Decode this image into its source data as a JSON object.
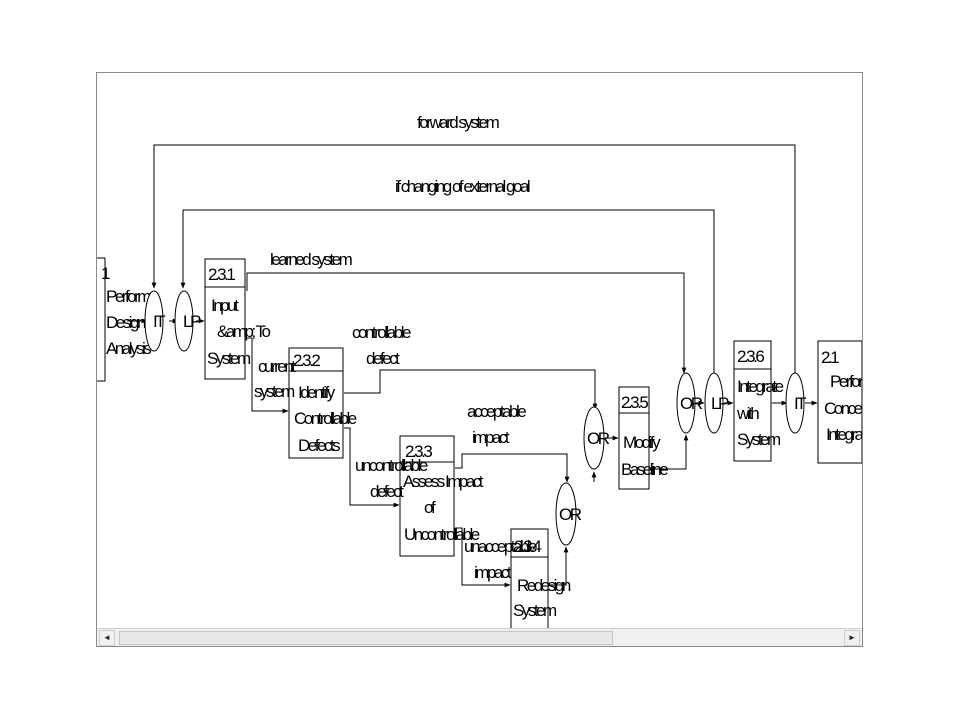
{
  "loops": {
    "outer": "forward system",
    "second": "if changing of external goal",
    "third": "learned system"
  },
  "boxes": {
    "form_design": {
      "number": "1",
      "lines": [
        "Perform",
        "Design",
        "Analysis"
      ]
    },
    "b231": {
      "number": "2.3.1",
      "lines": [
        "Input",
        "&amp; To",
        "System"
      ]
    },
    "b232": {
      "number": "2.3.2",
      "lines": [
        "Identify",
        "Controllable",
        "Defects"
      ]
    },
    "b233": {
      "number": "2.3.3",
      "lines": [
        "Assess Impact",
        "of",
        "Uncontrollable"
      ]
    },
    "b234": {
      "number": "2.3.4",
      "lines": [
        "Redesign",
        "System"
      ]
    },
    "b235": {
      "number": "2.3.5",
      "lines": [
        "Modify",
        "Baseline"
      ]
    },
    "b236": {
      "number": "2.3.6",
      "lines": [
        "Integrate",
        "with",
        "System"
      ]
    },
    "b21": {
      "number": "2.1",
      "lines": [
        "Perform",
        "Concept",
        "Integration"
      ]
    }
  },
  "connectors": {
    "it_left": "IT",
    "lp_left": "LP",
    "or_upper": "OR",
    "or_lower": "OR",
    "or_right": "OR",
    "lp_right": "LP",
    "it_right": "IT"
  },
  "flow_labels": {
    "current_system": [
      "current",
      "system"
    ],
    "controllable_defect": [
      "controllable",
      "defect"
    ],
    "uncontrollable_defect": [
      "uncontrollable",
      "defect"
    ],
    "acceptable_impact": [
      "acceptable",
      "impact"
    ],
    "unacceptable_impact": [
      "unacceptable",
      "impact"
    ]
  },
  "scrollbar": {
    "left_arrow": "◄",
    "right_arrow": "►"
  }
}
